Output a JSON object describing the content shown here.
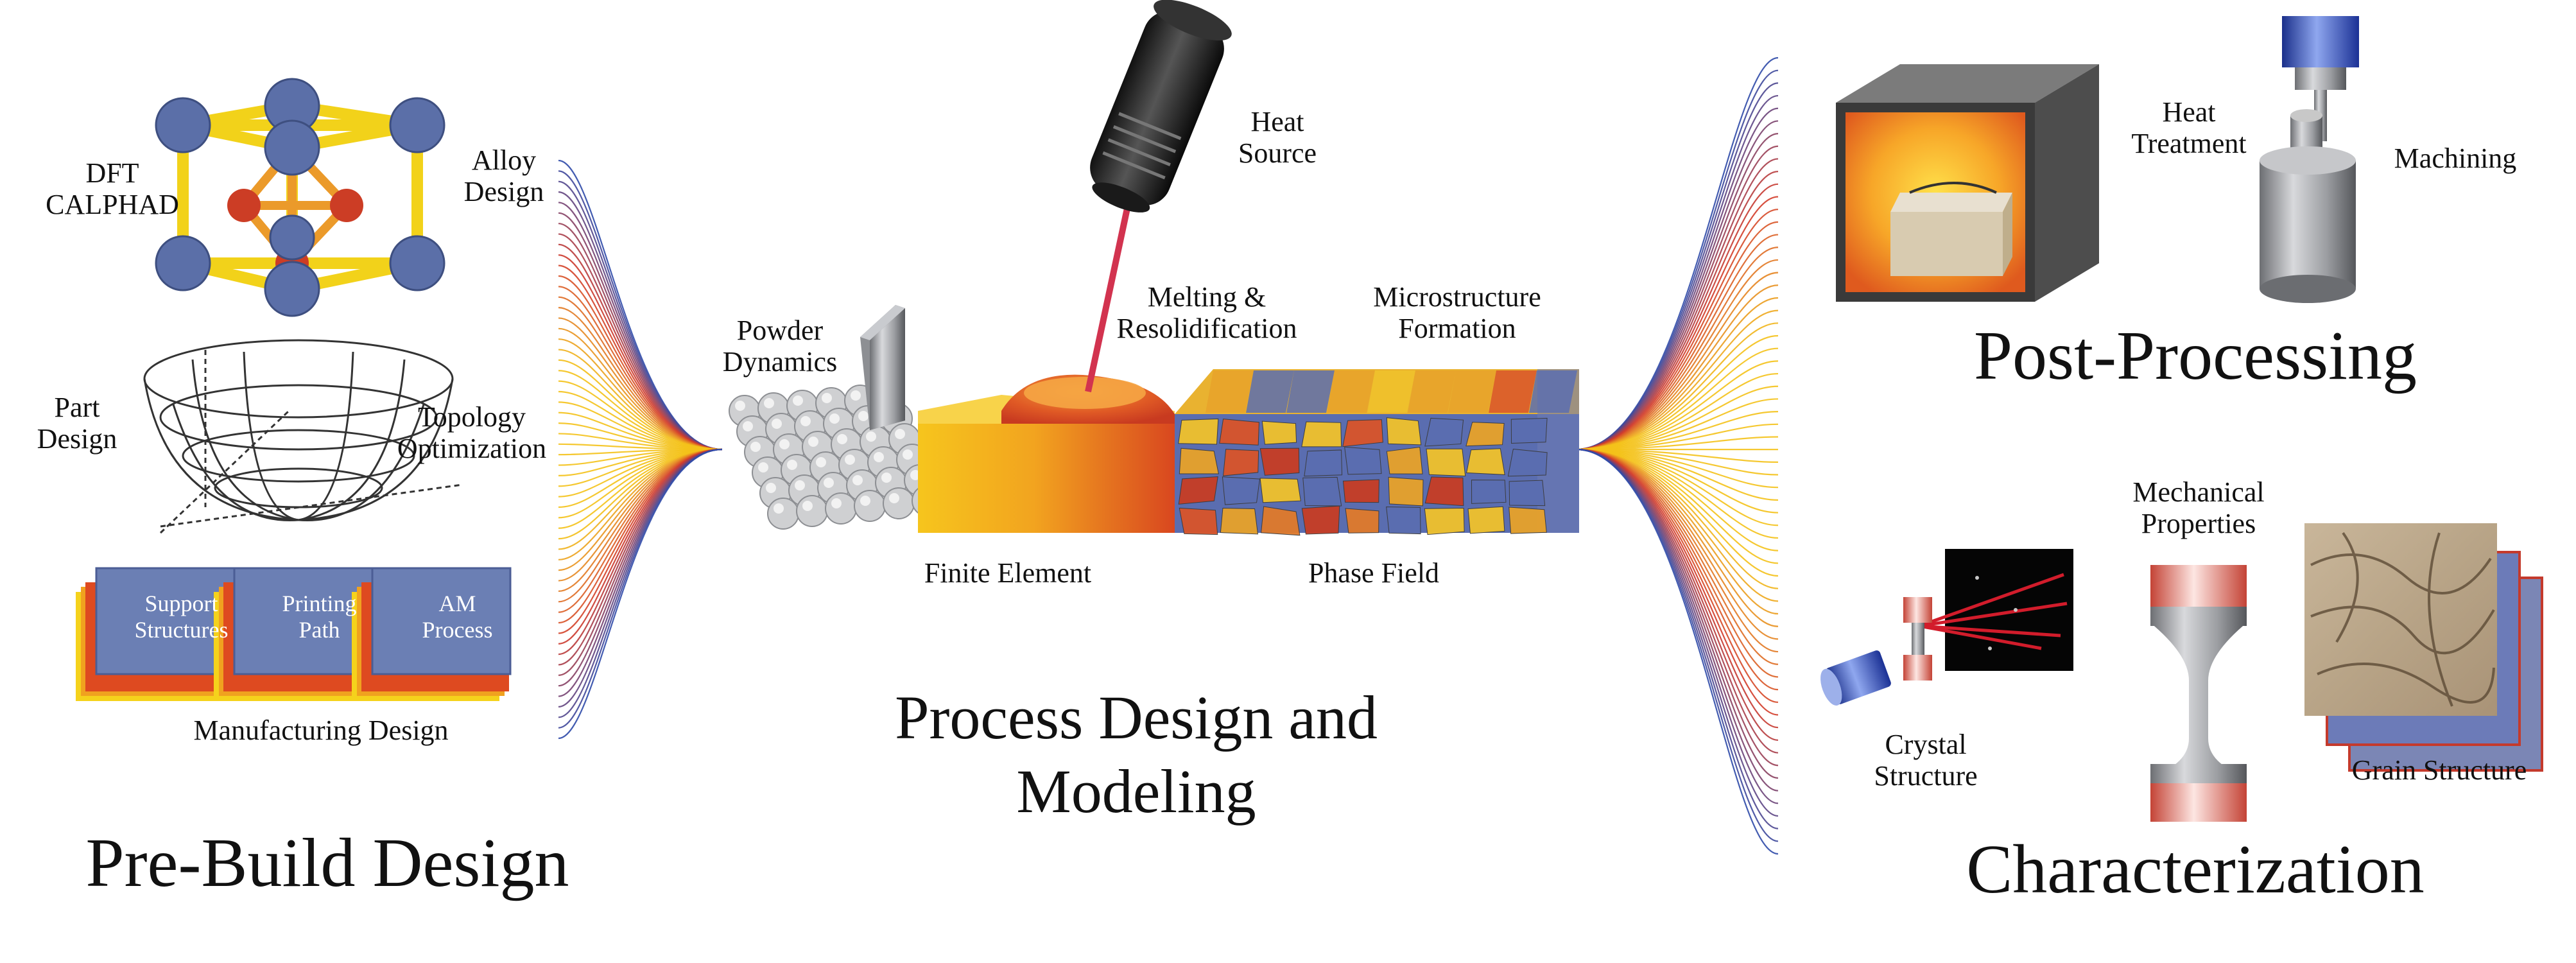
{
  "sections": {
    "pre_build": {
      "title": "Pre-Build Design",
      "dft_line1": "DFT",
      "dft_line2": "CALPHAD",
      "alloy_line1": "Alloy",
      "alloy_line2": "Design",
      "part_line1": "Part",
      "part_line2": "Design",
      "topology_line1": "Topology",
      "topology_line2": "Optimization",
      "manufacturing_boxes": [
        {
          "line1": "Support",
          "line2": "Structures"
        },
        {
          "line1": "Printing",
          "line2": "Path"
        },
        {
          "line1": "AM",
          "line2": "Process"
        }
      ],
      "manufacturing_label": "Manufacturing Design"
    },
    "process": {
      "title_line1": "Process Design and",
      "title_line2": "Modeling",
      "heat_line1": "Heat",
      "heat_line2": "Source",
      "powder_line1": "Powder",
      "powder_line2": "Dynamics",
      "melting_line1": "Melting &",
      "melting_line2": "Resolidification",
      "micro_line1": "Microstructure",
      "micro_line2": "Formation",
      "finite_element": "Finite Element",
      "phase_field": "Phase Field"
    },
    "post": {
      "title": "Post-Processing",
      "heat_treat_line1": "Heat",
      "heat_treat_line2": "Treatment",
      "machining": "Machining"
    },
    "characterization": {
      "title": "Characterization",
      "crystal_line1": "Crystal",
      "crystal_line2": "Structure",
      "mech_line1": "Mechanical",
      "mech_line2": "Properties",
      "grain": "Grain Structure"
    }
  },
  "colors": {
    "node_blue": "#5b6fa8",
    "node_red": "#cc3d25",
    "bond_yellow": "#f2d21a",
    "bond_orange": "#eb9a2a",
    "box_blue": "#6b7fb4",
    "fan_blue": "#2f4aa8",
    "fan_red": "#d23a2a",
    "fan_yellow": "#f4c21a"
  }
}
